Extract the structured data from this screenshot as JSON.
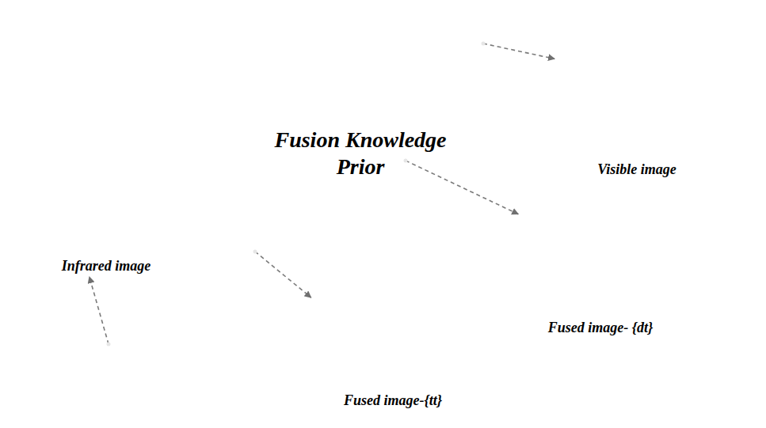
{
  "diagram": {
    "nodes": [
      {
        "text": [
          "Fusion Knowledge Prior"
        ]
      },
      {
        "text": [
          "Visible image"
        ]
      },
      {
        "text": [
          "Infrared image"
        ]
      },
      {
        "text": [
          "Fused image- {dt}"
        ]
      },
      {
        "text": [
          "Fused image-{tt}"
        ]
      }
    ],
    "edges": [
      {
        "from": 0,
        "to": 1,
        "arrow": "to"
      },
      {
        "from": 0,
        "to": 2,
        "arrow": "to"
      },
      {
        "from": 0,
        "to": 3,
        "arrow": "to"
      },
      {
        "from": 0,
        "to": 4,
        "arrow": "to"
      }
    ]
  }
}
